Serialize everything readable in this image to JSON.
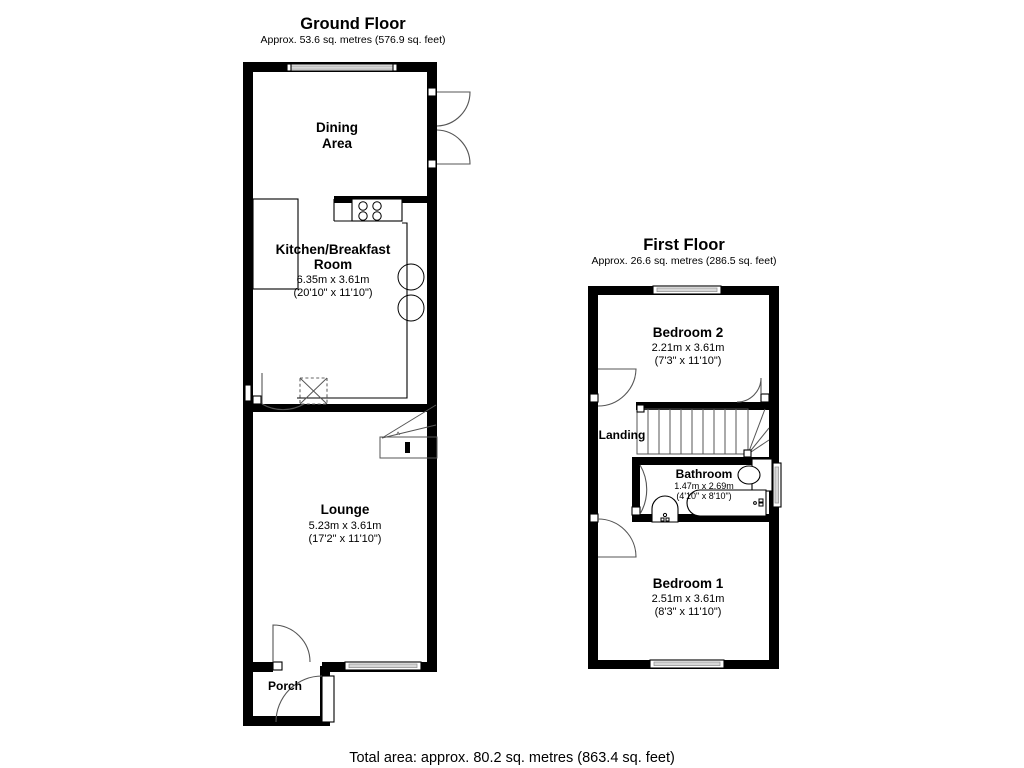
{
  "document": {
    "type": "floor-plan",
    "footer": "Total area: approx. 80.2 sq. metres (863.4 sq. feet)"
  },
  "floors": [
    {
      "id": "ground-floor",
      "title": "Ground Floor",
      "subtitle": "Approx. 53.6 sq. metres (576.9 sq. feet)",
      "rooms": [
        {
          "id": "dining-area",
          "name_line1": "Dining",
          "name_line2": "Area",
          "dim_metric": "",
          "dim_imperial": ""
        },
        {
          "id": "kitchen-breakfast-room",
          "name_line1": "Kitchen/Breakfast",
          "name_line2": "Room",
          "dim_metric": "6.35m x 3.61m",
          "dim_imperial": "(20'10\" x 11'10\")"
        },
        {
          "id": "lounge",
          "name_line1": "Lounge",
          "name_line2": "",
          "dim_metric": "5.23m x 3.61m",
          "dim_imperial": "(17'2\" x 11'10\")"
        },
        {
          "id": "porch",
          "name_line1": "Porch",
          "name_line2": "",
          "dim_metric": "",
          "dim_imperial": ""
        }
      ]
    },
    {
      "id": "first-floor",
      "title": "First Floor",
      "subtitle": "Approx. 26.6 sq. metres (286.5 sq. feet)",
      "rooms": [
        {
          "id": "bedroom-2",
          "name_line1": "Bedroom 2",
          "name_line2": "",
          "dim_metric": "2.21m x 3.61m",
          "dim_imperial": "(7'3\" x 11'10\")"
        },
        {
          "id": "landing",
          "name_line1": "Landing",
          "name_line2": "",
          "dim_metric": "",
          "dim_imperial": ""
        },
        {
          "id": "bathroom",
          "name_line1": "Bathroom",
          "name_line2": "",
          "dim_metric": "1.47m x 2.69m",
          "dim_imperial": "(4'10\" x 8'10\")"
        },
        {
          "id": "bedroom-1",
          "name_line1": "Bedroom 1",
          "name_line2": "",
          "dim_metric": "2.51m x 3.61m",
          "dim_imperial": "(8'3\" x 11'10\")"
        }
      ]
    }
  ],
  "colors": {
    "wall": "#000000",
    "background": "#ffffff",
    "window_glass": "#d8d8d8",
    "door_swing": "#555555",
    "text": "#000000"
  }
}
